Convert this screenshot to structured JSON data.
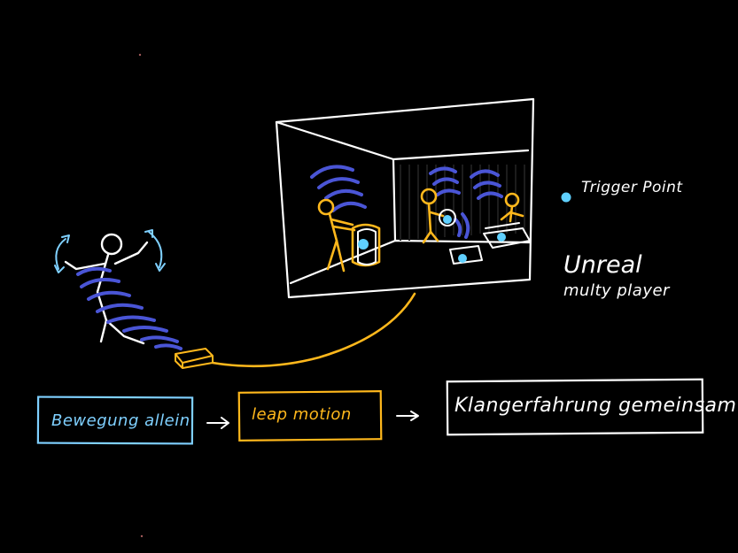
{
  "labels": {
    "trigger_point": "Trigger Point",
    "unreal": "Unreal",
    "multiplayer": "multy player",
    "bewegung": "Bewegung allein",
    "leap_motion": "leap motion",
    "klangerfahrung": "Klangerfahrung gemeinsam"
  },
  "colors": {
    "background": "#000000",
    "white_line": "#ffffff",
    "yellow": "#ffb81c",
    "light_blue": "#7fd0ff",
    "wave_blue": "#4a55d6",
    "trigger_dot": "#5fd0ff"
  }
}
